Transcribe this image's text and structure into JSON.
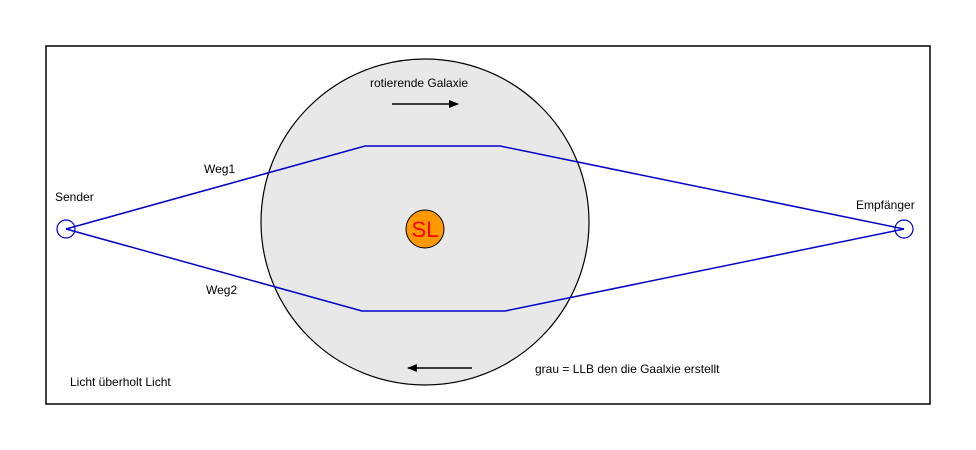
{
  "labels": {
    "galaxy_title": "rotierende Galaxie",
    "sender": "Sender",
    "receiver": "Empfänger",
    "path1": "Weg1",
    "path2": "Weg2",
    "center": "SL",
    "caption_left": "Licht überholt Licht",
    "caption_right": "grau = LLB den die Gaalxie erstellt"
  },
  "colors": {
    "galaxy_fill": "#e8e8e8",
    "path_line": "#0000cc",
    "center_fill": "#ff9900",
    "center_text": "#ff0000",
    "frame": "#000000"
  },
  "icons": {
    "rotation_top": "arrow-right-icon",
    "rotation_bottom": "arrow-left-icon"
  }
}
